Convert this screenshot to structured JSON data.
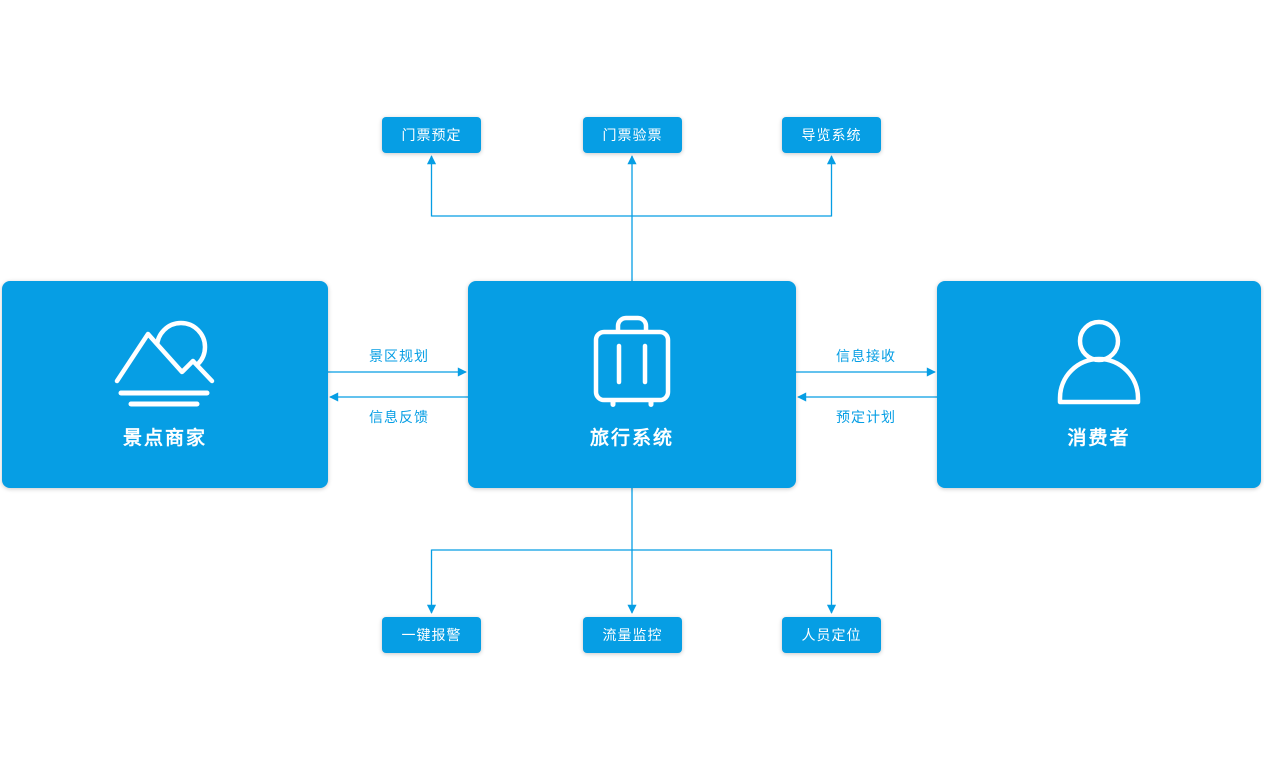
{
  "diagram": {
    "colors": {
      "accent": "#069ee4",
      "node-fill": "#069ee4",
      "node-text": "#ffffff"
    },
    "top_nodes": [
      {
        "label": "门票预定"
      },
      {
        "label": "门票验票"
      },
      {
        "label": "导览系统"
      }
    ],
    "main_nodes": [
      {
        "label": "景点商家",
        "icon": "mountain-scenic-icon"
      },
      {
        "label": "旅行系统",
        "icon": "suitcase-icon"
      },
      {
        "label": "消费者",
        "icon": "person-icon"
      }
    ],
    "bottom_nodes": [
      {
        "label": "一键报警"
      },
      {
        "label": "流量监控"
      },
      {
        "label": "人员定位"
      }
    ],
    "edge_labels": {
      "planning": "景区规划",
      "feedback": "信息反馈",
      "receive": "信息接收",
      "booking": "预定计划"
    }
  }
}
